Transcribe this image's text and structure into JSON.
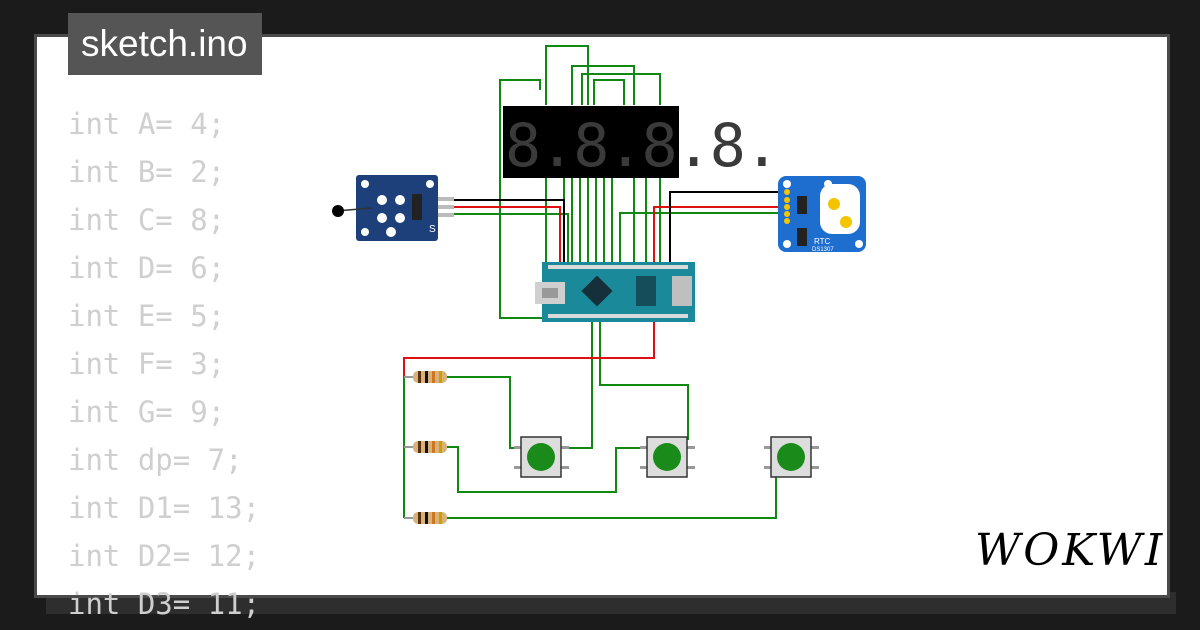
{
  "file_tab": {
    "label": "sketch.ino"
  },
  "code_lines": [
    "int A= 4;",
    "int B= 2;",
    "int C= 8;",
    "int D= 6;",
    "int E= 5;",
    "int F= 3;",
    "int G= 9;",
    "int dp= 7;",
    "int D1= 13;",
    "int D2= 12;",
    "int D3= 11;"
  ],
  "components": {
    "display": {
      "digits": "8.8.8.8."
    },
    "rtc": {
      "label": "RTC",
      "chip": "DS1307"
    },
    "sensor": {
      "pin_label": "S"
    },
    "buttons": [
      {
        "color": "green"
      },
      {
        "color": "green"
      },
      {
        "color": "green"
      }
    ],
    "resistors": [
      {
        "kind": "resistor"
      },
      {
        "kind": "resistor"
      },
      {
        "kind": "resistor"
      }
    ]
  },
  "colors": {
    "background": "#1b1b1b",
    "card": "#ffffff",
    "tab": "#555555",
    "code_text": "#cfcfcf",
    "wire_green": "#118811",
    "wire_red": "#e01010",
    "wire_black": "#000000",
    "display_segment": "#3a3a3a",
    "arduino_board": "#1a8a9a",
    "sensor_board": "#1d3f7a",
    "rtc_board": "#1e6ecf",
    "button_cap": "#1a8a1a"
  },
  "brand": {
    "logo": "WOKWI"
  }
}
